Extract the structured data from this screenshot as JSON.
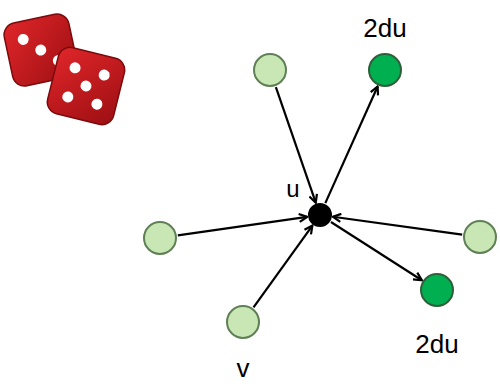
{
  "diagram": {
    "nodes": [
      {
        "text": []
      },
      {
        "text": [
          "2du"
        ]
      },
      {
        "text": [
          "u"
        ]
      },
      {
        "text": []
      },
      {
        "text": []
      },
      {
        "text": [
          "2du"
        ]
      },
      {
        "text": [
          "v"
        ]
      }
    ],
    "edges": [
      {
        "from": 0,
        "to": 2,
        "arrow": "to"
      },
      {
        "from": 2,
        "to": 1,
        "arrow": "to"
      },
      {
        "from": 3,
        "to": 2,
        "arrow": "to"
      },
      {
        "from": 4,
        "to": 2,
        "arrow": "to"
      },
      {
        "from": 6,
        "to": 2,
        "arrow": "to"
      },
      {
        "from": 2,
        "to": 5,
        "arrow": "to"
      }
    ]
  }
}
